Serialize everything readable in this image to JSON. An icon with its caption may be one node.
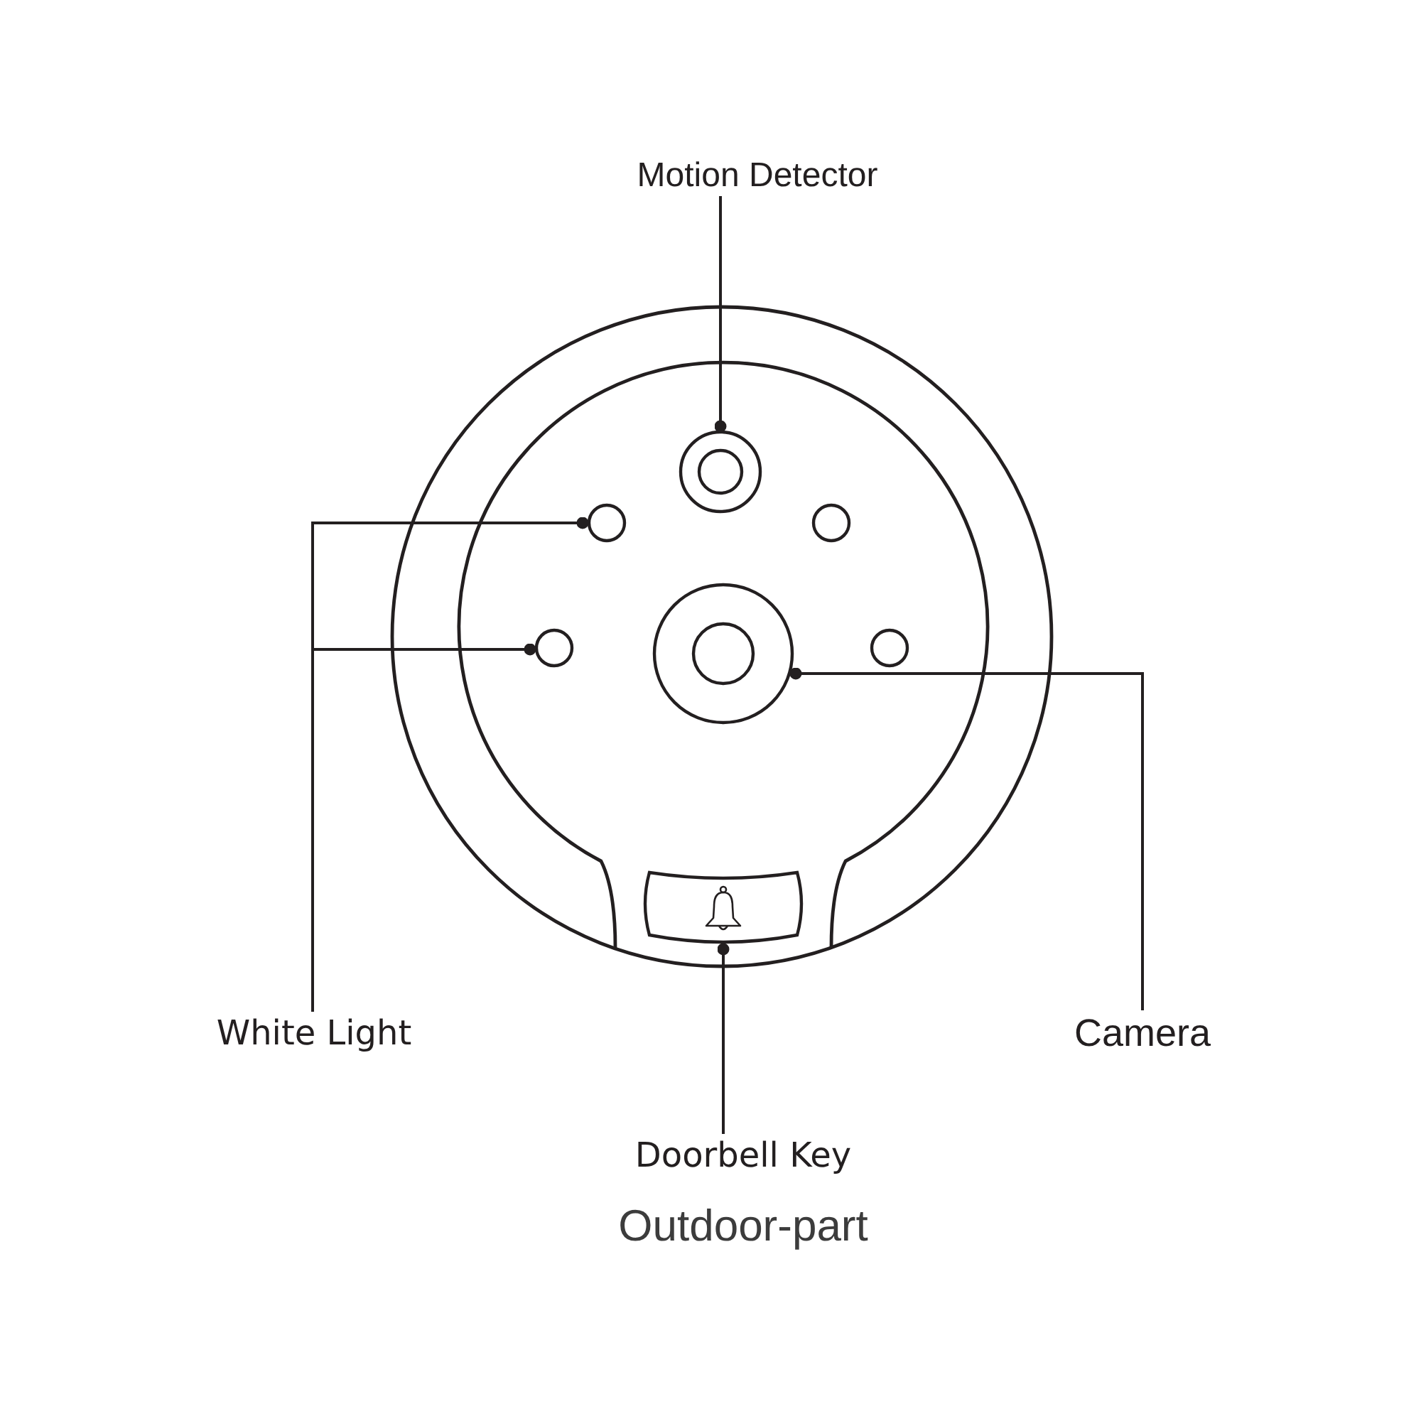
{
  "diagram": {
    "caption": "Outdoor-part",
    "nodes": [
      {
        "text": [
          "Motion Detector"
        ]
      },
      {
        "text": [],
        "shape": "circle"
      },
      {
        "text": [],
        "shape": "circle"
      },
      {
        "text": [],
        "shape": "circle"
      },
      {
        "text": [],
        "shape": "circle"
      },
      {
        "text": [],
        "shape": "circle"
      },
      {
        "text": [],
        "shape": "circle"
      },
      {
        "text": [],
        "shape": "box"
      },
      {
        "text": [
          "White Light"
        ]
      },
      {
        "text": [
          "Camera"
        ]
      },
      {
        "text": [
          "Doorbell Key"
        ]
      }
    ],
    "edges": [
      {
        "from": 0,
        "to": 1,
        "arrow": "other"
      },
      {
        "from": 8,
        "to": 2,
        "arrow": "other"
      },
      {
        "from": 8,
        "to": 4,
        "arrow": "other"
      },
      {
        "from": 9,
        "to": 5,
        "arrow": "other"
      },
      {
        "from": 10,
        "to": 7,
        "arrow": "other"
      }
    ]
  }
}
